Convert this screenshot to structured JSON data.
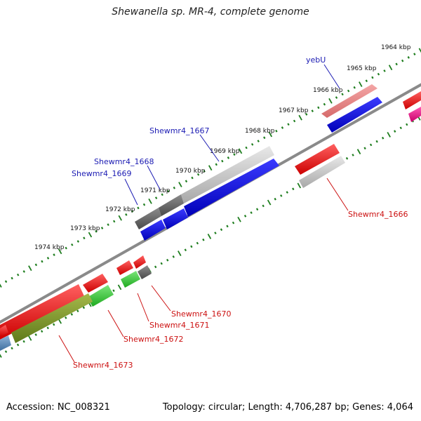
{
  "title": "Shewanella sp. MR-4, complete genome",
  "footer": {
    "accession": "Accession: NC_008321",
    "stats": "Topology: circular; Length: 4,706,287 bp; Genes: 4,064"
  },
  "colors": {
    "backbone": "#8a8a8a",
    "tick": "#1e7d1e",
    "label_forward": "#1b1bb3",
    "label_reverse": "#cc1111"
  },
  "scale_ticks": [
    {
      "kbp": 1964,
      "label": "1964 kbp"
    },
    {
      "kbp": 1965,
      "label": "1965 kbp"
    },
    {
      "kbp": 1966,
      "label": "1966 kbp"
    },
    {
      "kbp": 1967,
      "label": "1967 kbp"
    },
    {
      "kbp": 1968,
      "label": "1968 kbp"
    },
    {
      "kbp": 1969,
      "label": "1969 kbp"
    },
    {
      "kbp": 1970,
      "label": "1970 kbp"
    },
    {
      "kbp": 1971,
      "label": "1971 kbp"
    },
    {
      "kbp": 1972,
      "label": "1972 kbp"
    },
    {
      "kbp": 1973,
      "label": "1973 kbp"
    },
    {
      "kbp": 1974,
      "label": "1974 kbp"
    }
  ],
  "gene_labels": [
    {
      "name": "yebU",
      "strand": "forward"
    },
    {
      "name": "Shewmr4_1667",
      "strand": "forward"
    },
    {
      "name": "Shewmr4_1668",
      "strand": "forward"
    },
    {
      "name": "Shewmr4_1669",
      "strand": "forward"
    },
    {
      "name": "Shewmr4_1666",
      "strand": "reverse"
    },
    {
      "name": "Shewmr4_1670",
      "strand": "reverse"
    },
    {
      "name": "Shewmr4_1671",
      "strand": "reverse"
    },
    {
      "name": "Shewmr4_1672",
      "strand": "reverse"
    },
    {
      "name": "Shewmr4_1673",
      "strand": "reverse"
    }
  ]
}
